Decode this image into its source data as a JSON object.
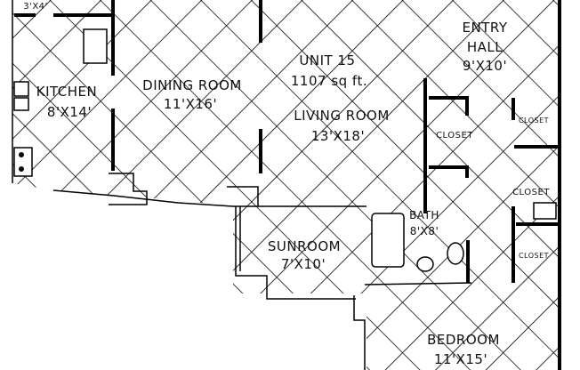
{
  "unit": {
    "name": "UNIT 15",
    "area": "1107 sq ft."
  },
  "rooms": {
    "small": {
      "size": "3'X4'"
    },
    "kitchen": {
      "name": "KITCHEN",
      "size": "8'X14'"
    },
    "dining": {
      "name": "DINING ROOM",
      "size": "11'X16'"
    },
    "living": {
      "name": "LIVING ROOM",
      "size": "13'X18'"
    },
    "entry": {
      "name1": "ENTRY",
      "name2": "HALL",
      "size": "9'X10'"
    },
    "closet1": {
      "name": "CLOSET"
    },
    "closet2": {
      "name": "CLOSET"
    },
    "closet3": {
      "name": "CLOSET"
    },
    "closet4": {
      "name": "CLOSET"
    },
    "bath": {
      "name": "BATH",
      "size": "8'X8'"
    },
    "sunroom": {
      "name": "SUNROOM",
      "size": "7'X10'"
    },
    "bedroom": {
      "name": "BEDROOM",
      "size": "11'X15'"
    }
  }
}
